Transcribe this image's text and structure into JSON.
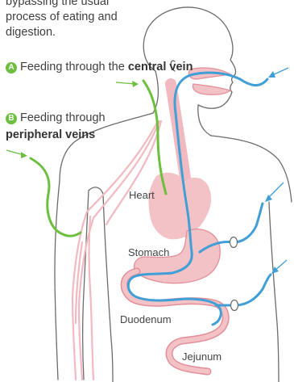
{
  "caption": "bypassing the usual process of eating and digestion.",
  "legend": {
    "a": {
      "badge": "A",
      "prefix": "Feeding through the",
      "emphasis": "central vein"
    },
    "b": {
      "badge": "B",
      "prefix": "Feeding through",
      "emphasis": "peripheral veins"
    }
  },
  "labels": {
    "heart": "Heart",
    "stomach": "Stomach",
    "duodenum": "Duodenum",
    "jejunum": "Jejunum"
  },
  "colors": {
    "outline": "#6b6b6b",
    "organ_fill": "#f3c2c6",
    "organ_stroke": "#e38f99",
    "vein_pink": "#f1b9c0",
    "parenteral_green": "#6cbf3f",
    "tube_blue": "#3f9fd6",
    "arrow_green": "#6cbf3f",
    "arrow_blue": "#3f9fd6"
  }
}
